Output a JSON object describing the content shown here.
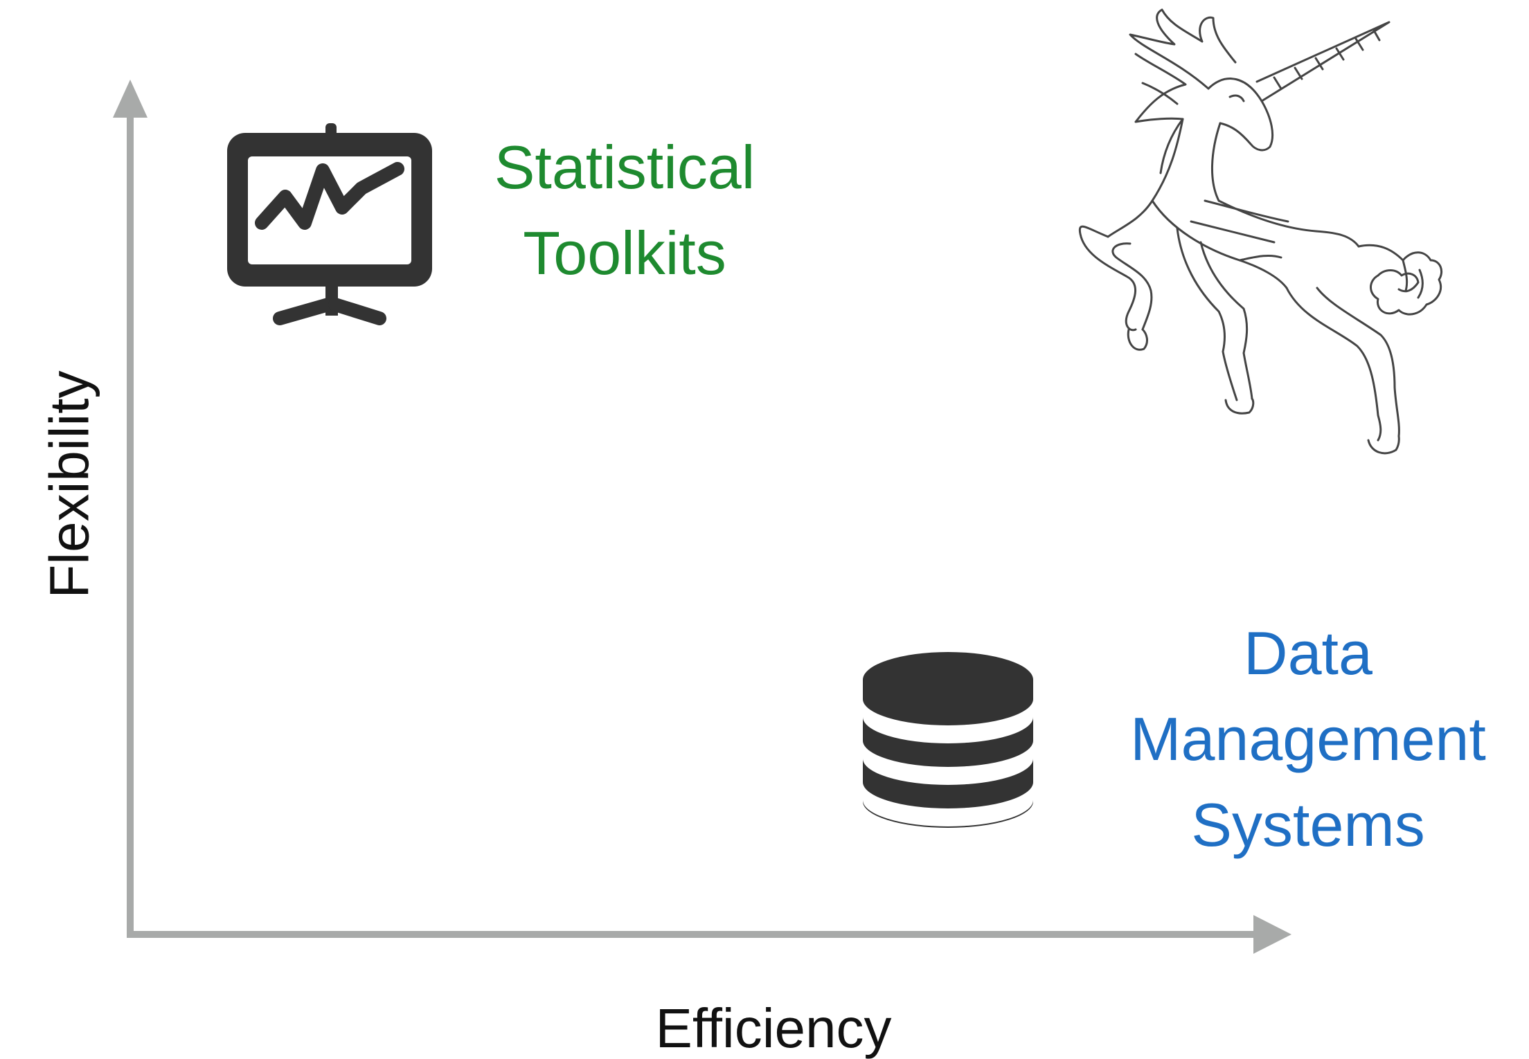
{
  "axes": {
    "x_label": "Efficiency",
    "y_label": "Flexibility",
    "color": "#a8aaa9"
  },
  "items": {
    "statistical_toolkits": {
      "line1": "Statistical",
      "line2": "Toolkits",
      "color": "#1e8a2f",
      "icon": "presentation-chart-icon"
    },
    "data_management": {
      "line1": "Data",
      "line2": "Management",
      "line3": "Systems",
      "color": "#1f6fc4",
      "icon": "database-icon"
    },
    "unicorn": {
      "icon": "unicorn-sketch-icon"
    }
  },
  "icon_color": "#333333"
}
